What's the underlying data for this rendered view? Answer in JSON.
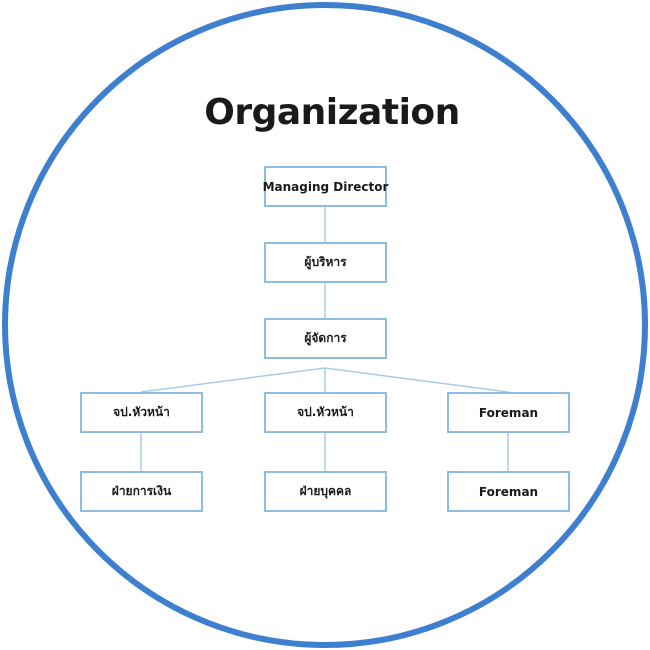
{
  "title": "Organization",
  "colors": {
    "ring": "#3f7fcf",
    "box_border": "#8fbde2",
    "connector": "#a9cbe8"
  },
  "nodes": {
    "managing_director": "Managing Director",
    "executive": "ผู้บริหาร",
    "manager": "ผู้จัดการ",
    "supervisor_left": "จป.หัวหน้า",
    "supervisor_center": "จป.หัวหน้า",
    "foreman_right": "Foreman",
    "finance": "ฝ่ายการเงิน",
    "personnel": "ฝ่ายบุคคล",
    "foreman_bottom": "Foreman"
  }
}
